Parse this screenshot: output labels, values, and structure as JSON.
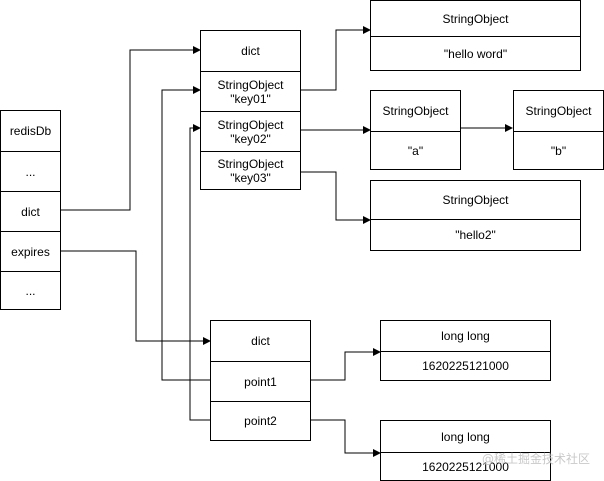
{
  "redis_db": {
    "fields": [
      "redisDb",
      "...",
      "dict",
      "expires",
      "..."
    ]
  },
  "main_dict": {
    "title": "dict",
    "entries": [
      "StringObject\n\"key01\"",
      "StringObject\n\"key02\"",
      "StringObject\n\"key03\""
    ]
  },
  "values": {
    "v1": {
      "type": "StringObject",
      "value": "\"hello word\""
    },
    "v2": {
      "type": "StringObject",
      "value": "\"a\""
    },
    "v2_next": {
      "type": "StringObject",
      "value": "\"b\""
    },
    "v3": {
      "type": "StringObject",
      "value": "\"hello2\""
    }
  },
  "expires_dict": {
    "title": "dict",
    "entries": [
      "point1",
      "point2"
    ]
  },
  "expire_values": {
    "e1": {
      "type": "long long",
      "value": "1620225121000"
    },
    "e2": {
      "type": "long long",
      "value": "1620225121000"
    }
  },
  "watermark": "@稀土掘金技术社区"
}
